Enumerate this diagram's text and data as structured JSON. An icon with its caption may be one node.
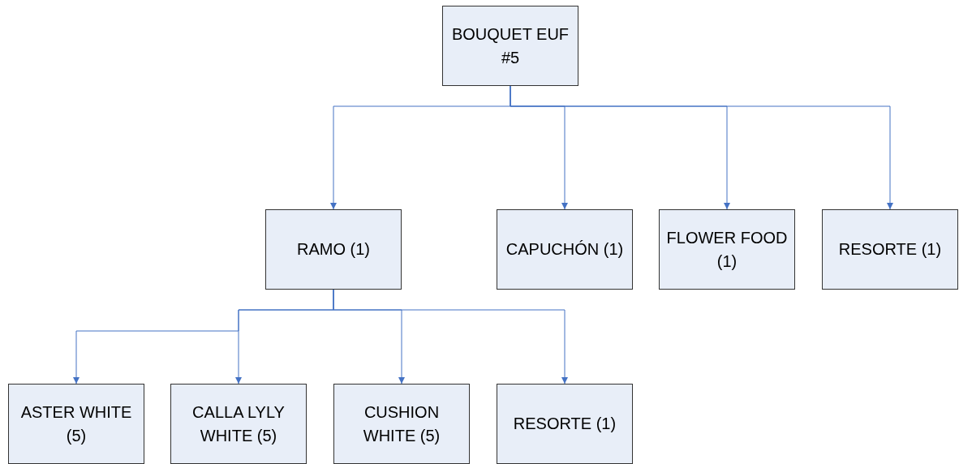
{
  "diagram": {
    "nodes": [
      {
        "text": [
          "BOUQUET EUF #5"
        ]
      },
      {
        "text": [
          "RAMO (1)"
        ]
      },
      {
        "text": [
          "CAPUCHÓN (1)"
        ]
      },
      {
        "text": [
          "FLOWER FOOD (1)"
        ]
      },
      {
        "text": [
          "RESORTE (1)"
        ]
      },
      {
        "text": [
          "ASTER WHITE (5)"
        ]
      },
      {
        "text": [
          "CALLA LYLY WHITE (5)"
        ]
      },
      {
        "text": [
          "CUSHION WHITE (5)"
        ]
      },
      {
        "text": [
          "RESORTE (1)"
        ]
      }
    ],
    "edges": [
      {
        "from": 0,
        "to": 1,
        "arrow": "to"
      },
      {
        "from": 0,
        "to": 2,
        "arrow": "to"
      },
      {
        "from": 0,
        "to": 3,
        "arrow": "to"
      },
      {
        "from": 0,
        "to": 4,
        "arrow": "to"
      },
      {
        "from": 1,
        "to": 5,
        "arrow": "to"
      },
      {
        "from": 1,
        "to": 6,
        "arrow": "to"
      },
      {
        "from": 1,
        "to": 7,
        "arrow": "to"
      },
      {
        "from": 1,
        "to": 8,
        "arrow": "to"
      }
    ]
  }
}
